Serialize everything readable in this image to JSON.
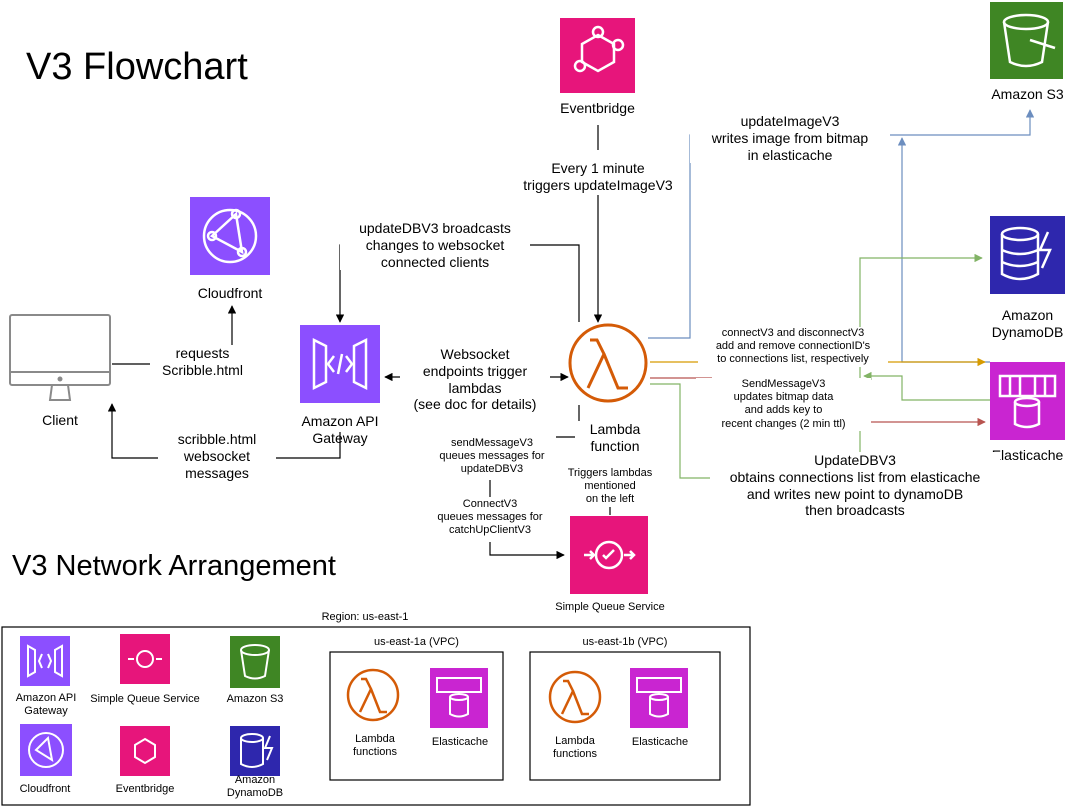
{
  "title": "V3 Flowchart",
  "subtitle": "V3 Network Arrangement",
  "colors": {
    "pink": "#e7157b",
    "purple": "#8c4fff",
    "orange": "#d45b07",
    "green_s3": "#3f8624",
    "blue_ddb": "#2e27ad",
    "magenta": "#c925d1",
    "line_blue": "#6c8ebf",
    "line_green": "#82b366",
    "line_red": "#b85450",
    "line_orange": "#d79b00"
  },
  "nodes": {
    "eventbridge": "Eventbridge",
    "s3": "Amazon S3",
    "cloudfront": "Cloudfront",
    "dynamodb": "Amazon\nDynamoDB",
    "client": "Client",
    "api_gateway": "Amazon API\nGateway",
    "lambda": "Lambda\nfunction",
    "elasticache": "Elasticache",
    "sqs": "Simple Queue Service"
  },
  "edge_labels": {
    "every_minute": "Every 1 minute\ntriggers updateImageV3",
    "update_image": "updateImageV3\nwrites image from bitmap\nin elasticache",
    "update_db_broadcast": "updateDBV3 broadcasts\nchanges to websocket\nconnected clients",
    "requests": "requests\nScribble.html",
    "websocket_endpoints": "Websocket\nendpoints trigger\nlambdas\n(see doc for details)",
    "scribble_messages": "scribble.html\nwebsocket\nmessages",
    "connect_disconnect": "connectV3 and disconnectV3\nadd and remove connectionID's\nto connections list, respectively",
    "send_message": "SendMessageV3\nupdates bitmap data\nand adds key to\nrecent changes (2 min ttl)",
    "update_dbv3": "UpdateDBV3\nobtains connections list from elasticache\nand writes new point to dynamoDB\nthen broadcasts",
    "send_queue": "sendMessageV3\nqueues messages for\nupdateDBV3",
    "connect_queue": "ConnectV3\nqueues messages for\ncatchUpClientV3",
    "triggers_lambdas": "Triggers lambdas\nmentioned\non the left"
  },
  "network": {
    "region": "Region: us-east-1",
    "legend": {
      "api_gateway": "Amazon API\nGateway",
      "sqs": "Simple Queue Service",
      "s3": "Amazon S3",
      "cloudfront": "Cloudfront",
      "eventbridge": "Eventbridge",
      "dynamodb": "Amazon\nDynamoDB"
    },
    "vpc_a": {
      "label": "us-east-1a (VPC)",
      "lambda": "Lambda\nfunctions",
      "elasticache": "Elasticache"
    },
    "vpc_b": {
      "label": "us-east-1b (VPC)",
      "lambda": "Lambda\nfunctions",
      "elasticache": "Elasticache"
    }
  }
}
